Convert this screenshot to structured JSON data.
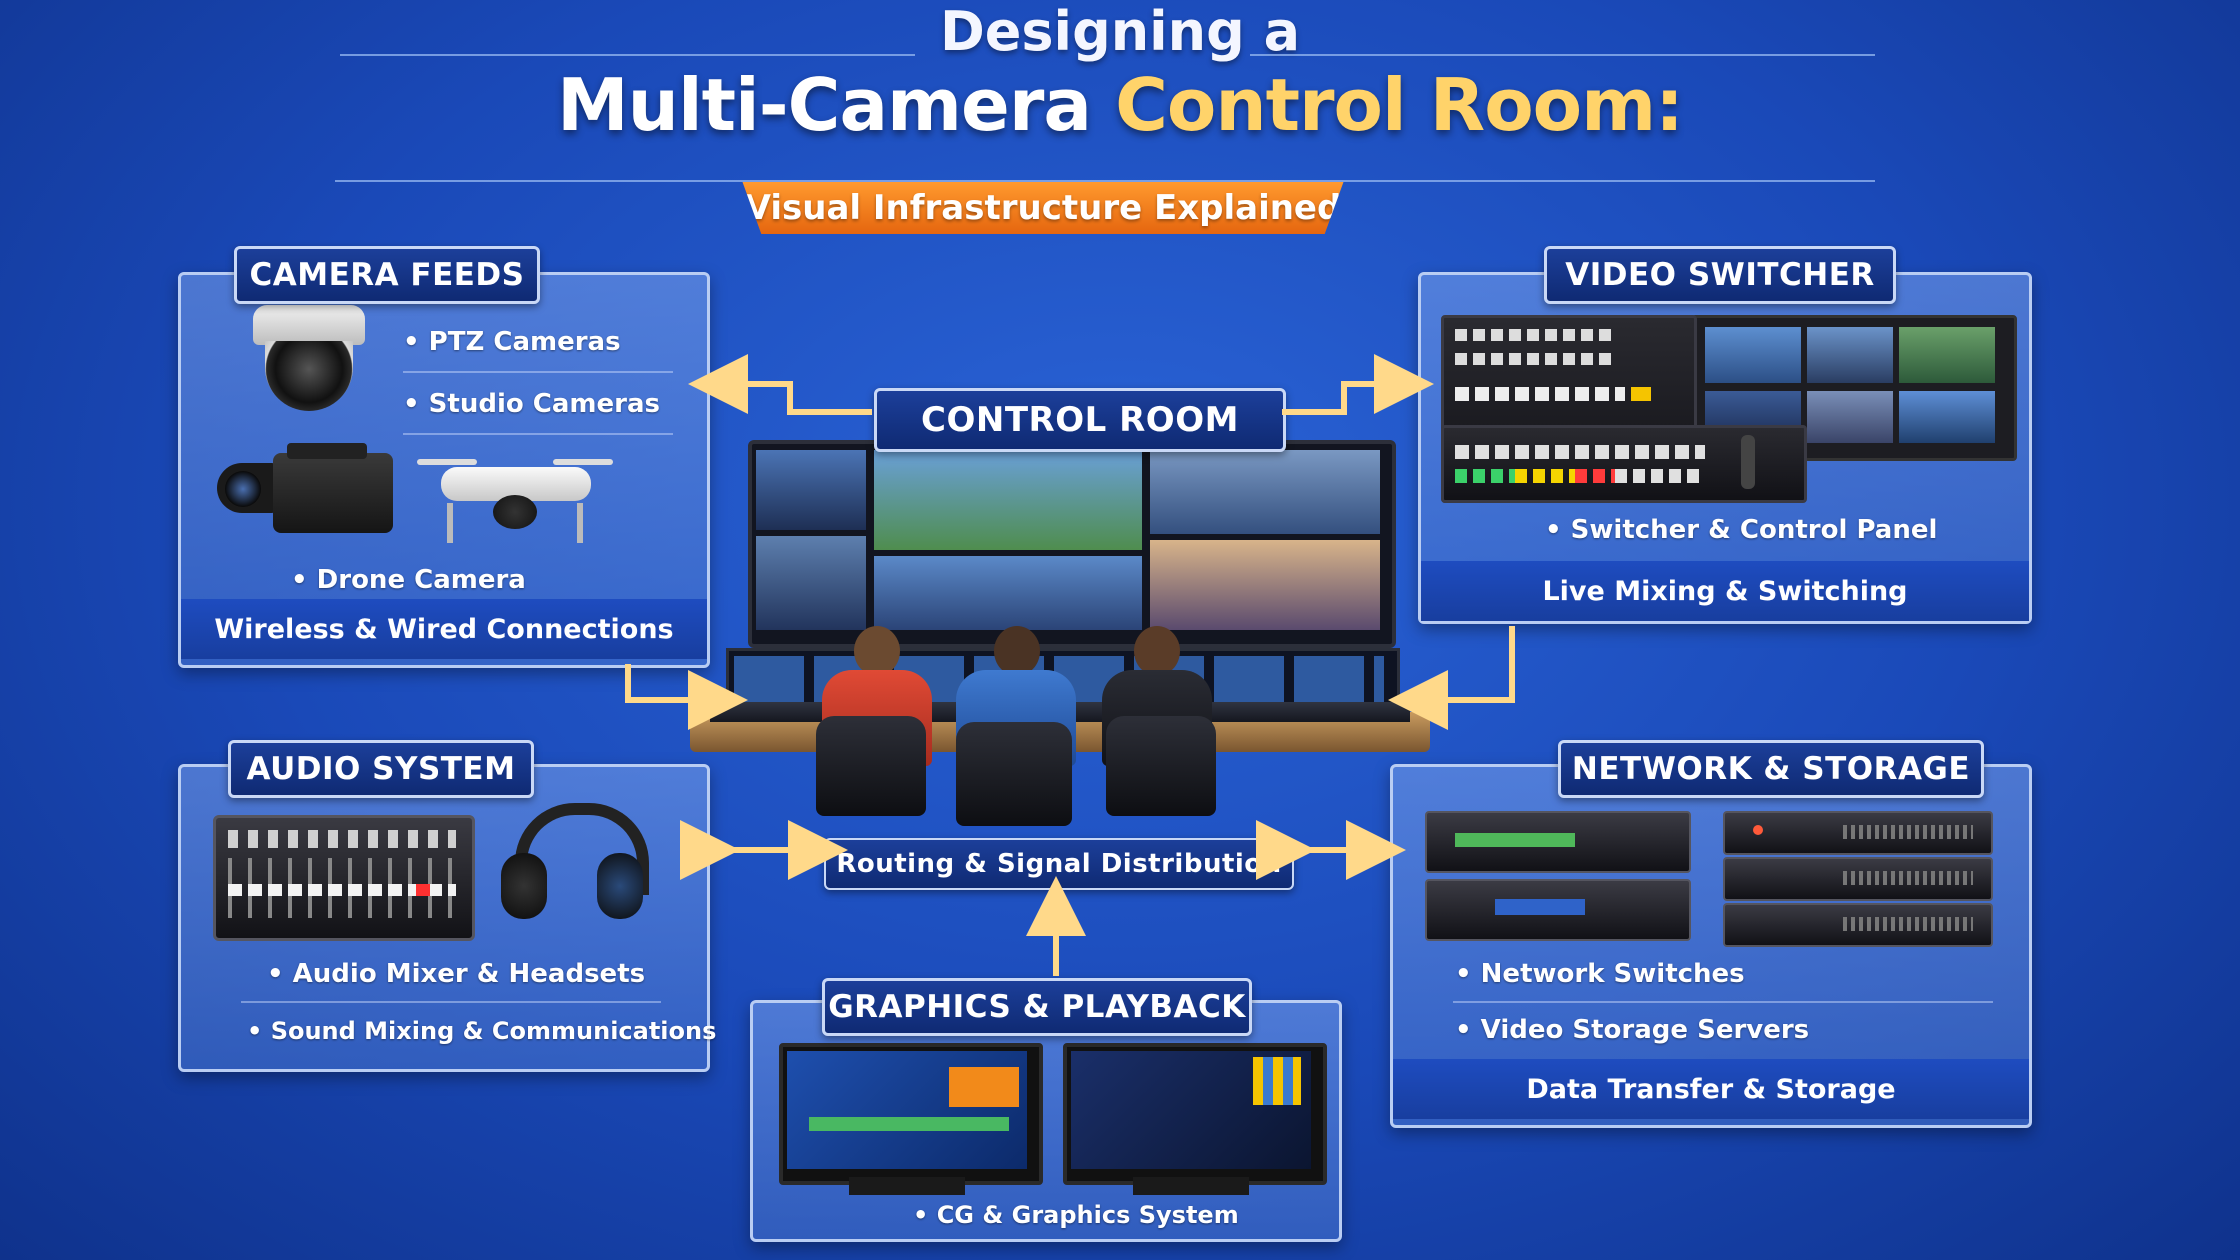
{
  "header": {
    "title_line1": "Designing a",
    "title_line2_part1": "Multi-Camera",
    "title_line2_part2": "Control Room:",
    "subtitle": "Visual Infrastructure Explained"
  },
  "camera_feeds": {
    "tag": "CAMERA FEEDS",
    "items": [
      "PTZ Cameras",
      "Studio Cameras",
      "Drone Camera"
    ],
    "footer": "Wireless & Wired Connections"
  },
  "video_switcher": {
    "tag": "VIDEO SWITCHER",
    "items": [
      "Switcher & Control Panel"
    ],
    "footer": "Live Mixing & Switching"
  },
  "control_room": {
    "tag": "CONTROL ROOM",
    "routing": "Routing & Signal Distribution"
  },
  "audio_system": {
    "tag": "AUDIO SYSTEM",
    "items": [
      "Audio Mixer & Headsets",
      "Sound Mixing & Communications"
    ]
  },
  "network_storage": {
    "tag": "NETWORK & STORAGE",
    "items": [
      "Network Switches",
      "Video Storage Servers"
    ],
    "footer": "Data Transfer & Storage"
  },
  "graphics_playback": {
    "tag": "GRAPHICS & PLAYBACK",
    "items": [
      "CG & Graphics System"
    ]
  },
  "colors": {
    "background": "#1a49b8",
    "accent_orange": "#e5660f",
    "title_highlight": "#ffd36a",
    "arrow": "#ffd98a"
  }
}
